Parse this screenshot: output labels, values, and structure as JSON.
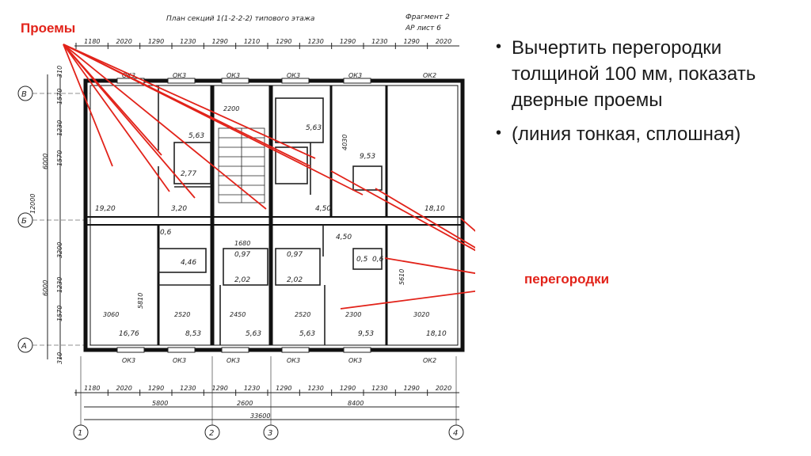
{
  "plan": {
    "title": "План секций 1(1-2-2-2) типового этажа",
    "fragment": "Фрагмент 2",
    "sheet": "АР лист 6",
    "axes_rows": [
      "В",
      "Б",
      "А"
    ],
    "axes_cols": [
      "1",
      "2",
      "3",
      "4"
    ],
    "top_dims": [
      "1180",
      "2020",
      "1290",
      "1230",
      "1290",
      "1210",
      "1290",
      "1230",
      "1290",
      "1230",
      "1290",
      "2020"
    ],
    "bottom_dims": [
      "1180",
      "2020",
      "1290",
      "1230",
      "1290",
      "1230",
      "1290",
      "1230",
      "1290",
      "1230",
      "1290",
      "2020"
    ],
    "span_dims": [
      "5800",
      "2600",
      "8400"
    ],
    "total_dim": "33600",
    "left_dims": [
      "310",
      "1570",
      "1230",
      "1570",
      "6000",
      "12000",
      "3200",
      "1230",
      "1570",
      "6000",
      "310"
    ],
    "window_label": "ОК3",
    "window_label_2": "ОК2",
    "room_areas": [
      "5,63",
      "5,63",
      "9,53",
      "2,77",
      "3,20",
      "19,20",
      "18,10",
      "4,50",
      "4,50",
      "4,46",
      "16,76",
      "8,53",
      "5,63",
      "5,63",
      "9,53",
      "18,10",
      "2,02",
      "2,02",
      "0,97",
      "0,97",
      "0,6",
      "0,5",
      "0,6"
    ],
    "room_dims": [
      "2200",
      "1680",
      "2520",
      "2450",
      "2520",
      "2300",
      "3060",
      "3020",
      "5610",
      "5810",
      "4030"
    ]
  },
  "annotations": {
    "openings": "Проемы",
    "partitions": "перегородки",
    "color": "#e2231a"
  },
  "bullets": [
    "Вычертить перегородки толщиной 100 мм, показать дверные проемы",
    "(линия тонкая, сплошная)"
  ]
}
